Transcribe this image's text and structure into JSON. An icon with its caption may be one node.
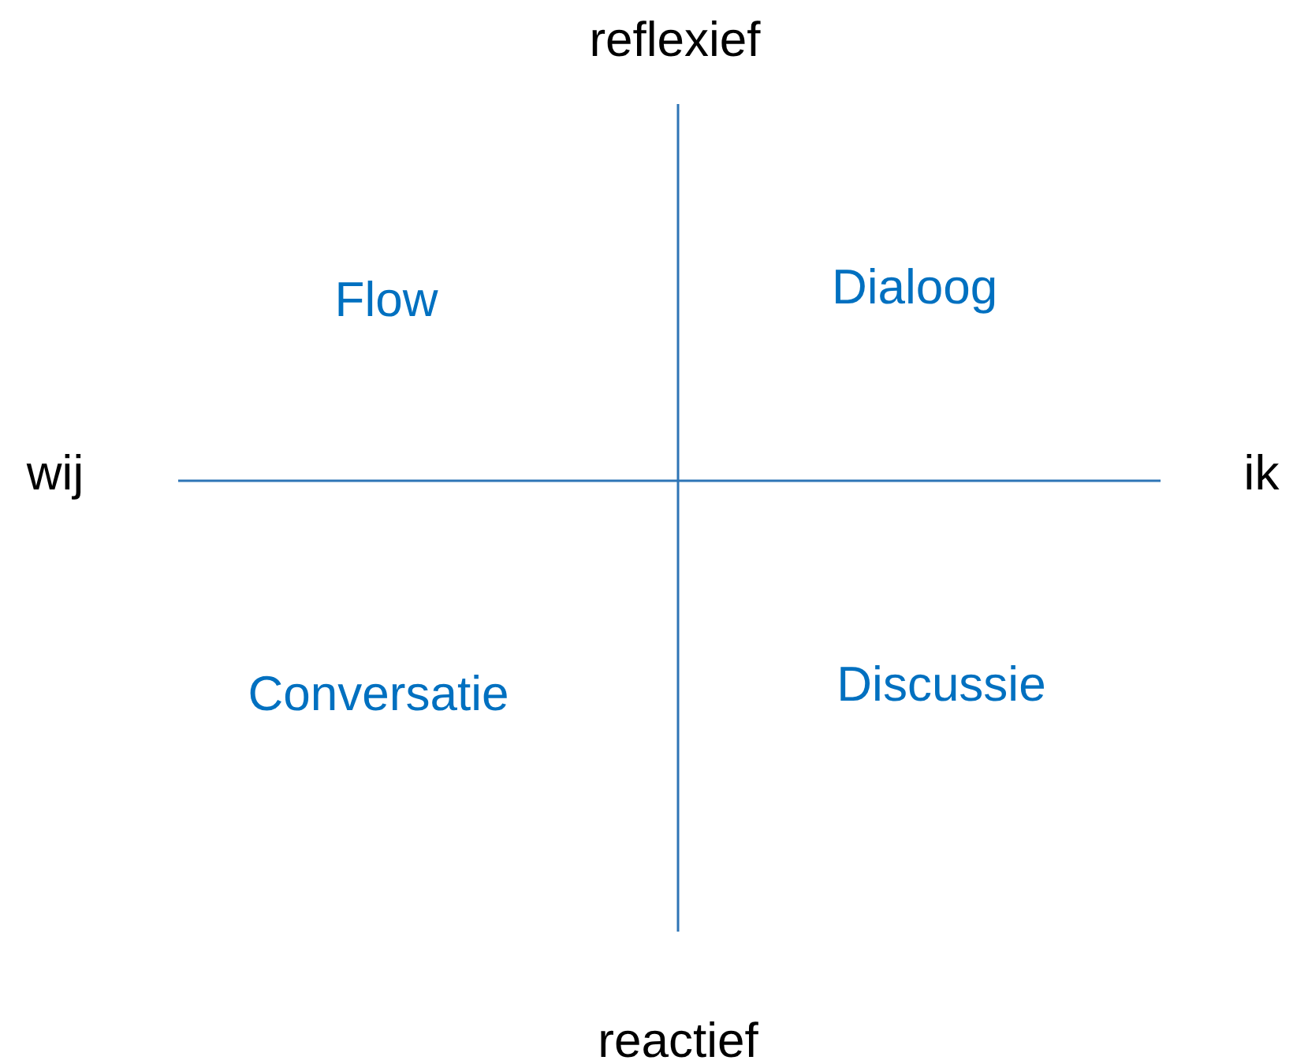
{
  "diagram": {
    "labels": [
      "reflexief",
      "Flow",
      "Dialoog",
      "wij",
      "ik",
      "Conversatie",
      "Discussie",
      "reactief"
    ]
  }
}
